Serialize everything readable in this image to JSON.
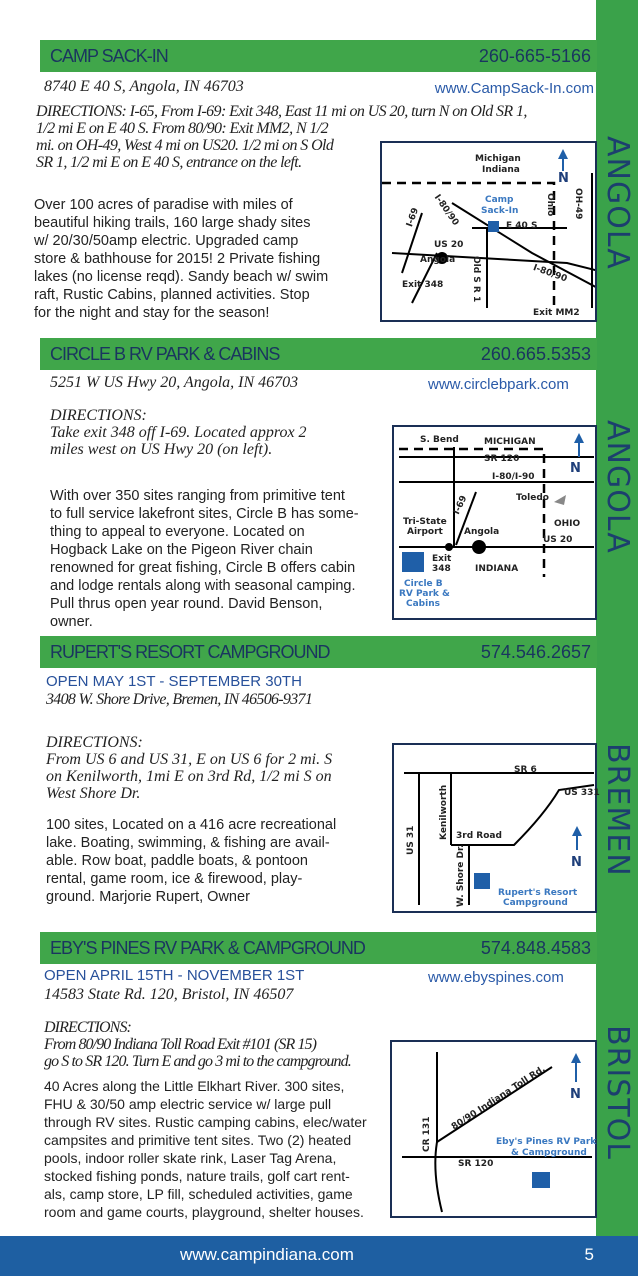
{
  "sidebar": {
    "cities": [
      "ANGOLA",
      "ANGOLA",
      "BREMEN",
      "BRISTOL"
    ]
  },
  "listings": [
    {
      "name": "CAMP SACK-IN",
      "phone": "260-665-5166",
      "address": "8740 E 40 S, Angola, IN  46703",
      "url": "www.CampSack-In.com",
      "directions": [
        "DIRECTIONS: I-65, From I-69:  Exit 348, East 11 mi on US 20, turn N on Old SR 1,",
        "1/2 mi E on E 40 S.  From 80/90:  Exit MM2, N 1/2",
        "mi. on OH-49, West 4 mi on US20.  1/2 mi on S Old",
        "SR 1, 1/2 mi E on E 40 S, entrance on the left."
      ],
      "description": [
        "Over 100 acres of paradise with miles of",
        "beautiful hiking trails, 160 large shady sites",
        "w/ 20/30/50amp electric.  Upgraded camp",
        "store & bathhouse for 2015!  2 Private fishing",
        "lakes (no license reqd).  Sandy beach w/ swim",
        "raft, Rustic Cabins, planned activities.  Stop",
        "for the night and stay for the season!"
      ],
      "map_labels": {
        "michigan": "Michigan",
        "indiana": "Indiana",
        "north": "N",
        "camp": "Camp",
        "camp2": "Sack-In",
        "ohio": "Ohio",
        "i69": "I-69",
        "i8090a": "I-80/90",
        "e40s": "E 40 S",
        "oh49": "OH-49",
        "us20": "US 20",
        "angola": "Angola",
        "oldsr1": "Old S R 1",
        "i8090b": "I-80/90",
        "exit348": "Exit 348",
        "exitmm2": "Exit MM2"
      }
    },
    {
      "name": "CIRCLE B RV PARK & CABINS",
      "phone": "260.665.5353",
      "address": "5251 W US Hwy 20, Angola, IN 46703",
      "url": "www.circlebpark.com",
      "directions": [
        "DIRECTIONS:",
        "Take exit 348 off I-69. Located approx 2",
        "miles west  on US Hwy 20 (on left)."
      ],
      "description": [
        "With over 350 sites ranging from primitive tent",
        "to full service lakefront sites, Circle B has some-",
        "thing  to  appeal  to  everyone.  Located  on",
        "Hogback  Lake  on  the  Pigeon  River  chain",
        "renowned for great fishing, Circle B offers cabin",
        "and lodge rentals along with seasonal camping.",
        "Pull  thrus  open  year  round.   David  Benson,",
        "owner."
      ],
      "map_labels": {
        "sbend": "S. Bend",
        "michigan": "MICHIGAN",
        "sr120": "SR 120",
        "i8090": "I-80/I-90",
        "north": "N",
        "toledo": "Toledo",
        "i69": "I-69",
        "tristate": "Tri-State",
        "airport": "Airport",
        "angola": "Angola",
        "ohio": "OHIO",
        "us20": "US 20",
        "exit": "Exit",
        "exit348": "348",
        "indiana": "INDIANA",
        "circleb": "Circle B",
        "rvpark": "RV Park &",
        "cabins": "Cabins"
      }
    },
    {
      "name": "RUPERT'S RESORT CAMPGROUND",
      "phone": "574.546.2657",
      "open": "OPEN MAY 1ST - SEPTEMBER 30TH",
      "address": "3408 W. Shore Drive, Bremen, IN 46506-9371",
      "directions": [
        "DIRECTIONS:",
        "From US 6 and US 31, E on US 6 for 2 mi. S",
        "on Kenilworth, 1mi E on 3rd Rd, 1/2 mi S on",
        "West Shore Dr."
      ],
      "description": [
        "100  sites,  Located  on  a  416  acre  recreational",
        "lake.  Boating,  swimming,  &  fishing  are  avail-",
        "able.  Row  boat,  paddle  boats,  &  pontoon",
        "rental,  game  room,  ice  &  firewood,  play-",
        "ground. Marjorie Rupert, Owner"
      ],
      "map_labels": {
        "sr6": "SR 6",
        "us331": "US 331",
        "us31": "US 31",
        "kenilworth": "Kenilworth",
        "thirdrd": "3rd Road",
        "wshore": "W. Shore Dr.",
        "north": "N",
        "ruperts": "Rupert's Resort",
        "campground": "Campground"
      }
    },
    {
      "name": "EBY'S PINES RV PARK & CAMPGROUND",
      "phone": "574.848.4583",
      "open": "OPEN APRIL 15TH - NOVEMBER 1ST",
      "url": "www.ebyspines.com",
      "address": "14583 State Rd. 120, Bristol, IN 46507",
      "directions": [
        "DIRECTIONS:",
        "From 80/90 Indiana Toll Road Exit #101 (SR 15)",
        "go S to SR 120. Turn E and go 3 mi to the campground."
      ],
      "description": [
        "40 Acres along the Little Elkhart River. 300 sites,",
        "FHU & 30/50 amp electric service w/ large pull",
        "through RV sites. Rustic camping cabins, elec/water",
        "campsites and primitive tent sites. Two (2) heated",
        "pools, indoor roller skate rink, Laser Tag Arena,",
        "stocked fishing ponds, nature trails, golf cart rent-",
        "als, camp store, LP fill, scheduled activities, game",
        "room and game courts, playground, shelter houses."
      ],
      "map_labels": {
        "north": "N",
        "toll": "80/90 Indiana Toll Rd.",
        "cr131": "CR 131",
        "ebys": "Eby's Pines RV Park",
        "campground": "& Campground",
        "sr120": "SR 120"
      }
    }
  ],
  "footer": {
    "url": "www.campindiana.com",
    "page": "5"
  },
  "colors": {
    "green": "#40a64a",
    "navy": "#1a355f",
    "blue": "#1e5fa2"
  }
}
